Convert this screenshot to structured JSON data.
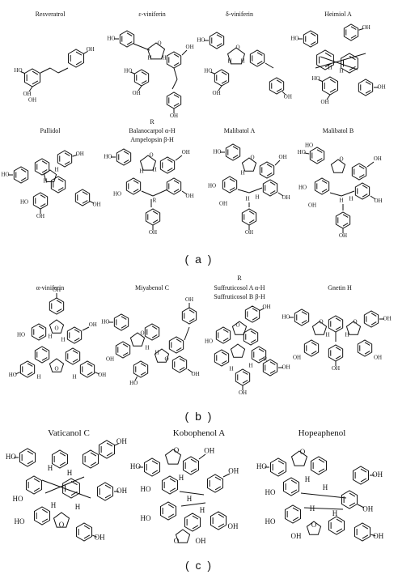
{
  "panels": {
    "a": {
      "label": "( a )",
      "compounds": [
        {
          "name": "Resveratrol"
        },
        {
          "name": "ε-viniferin"
        },
        {
          "name": "δ-viniferin"
        },
        {
          "name": "Heimiol A"
        },
        {
          "name": "Pallidol"
        },
        {
          "name": "Balanocarpol α-H",
          "extra": [
            "R",
            "Ampelopsin β-H"
          ]
        },
        {
          "name": "Malibatol A"
        },
        {
          "name": "Malibatol B"
        }
      ]
    },
    "b": {
      "label": "( b )",
      "compounds": [
        {
          "name": "α-viniferin"
        },
        {
          "name": "Miyabenol C"
        },
        {
          "name": "Suffruticosol A α-H",
          "extra": [
            "R",
            "Suffruticosol B β-H"
          ]
        },
        {
          "name": "Gnetin H"
        }
      ]
    },
    "c": {
      "label": "( c )",
      "compounds": [
        {
          "name": "Vaticanol C"
        },
        {
          "name": "Kobophenol A"
        },
        {
          "name": "Hopeaphenol"
        }
      ]
    }
  },
  "atom_labels": {
    "oh": "OH",
    "ho": "HO",
    "h": "H",
    "o": "O",
    "r": "R"
  }
}
